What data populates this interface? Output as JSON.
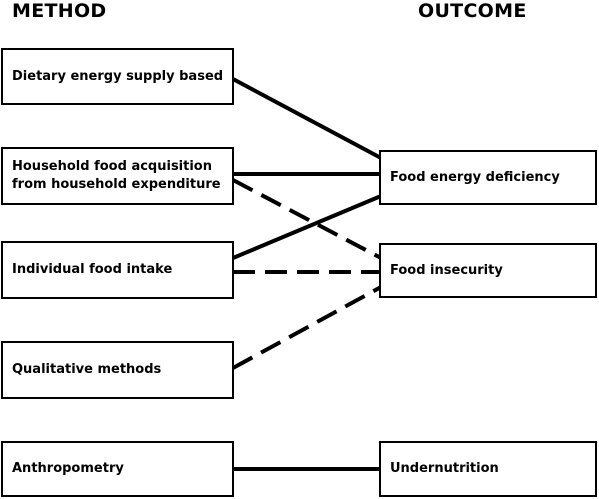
{
  "headers": {
    "method": "METHOD",
    "outcome": "OUTCOME"
  },
  "methods": [
    {
      "line1": "Dietary energy supply based",
      "line2": ""
    },
    {
      "line1": "Household food acquisition",
      "line2": "from household expenditure"
    },
    {
      "line1": "Individual food intake",
      "line2": ""
    },
    {
      "line1": "Qualitative methods",
      "line2": ""
    },
    {
      "line1": "Anthropometry",
      "line2": ""
    }
  ],
  "outcomes": [
    {
      "label": "Food energy deficiency"
    },
    {
      "label": "Food insecurity"
    },
    {
      "label": "Undernutrition"
    }
  ],
  "links": [
    {
      "from": "Dietary energy supply based",
      "to": "Food energy deficiency",
      "style": "solid"
    },
    {
      "from": "Household food acquisition from household expenditure",
      "to": "Food energy deficiency",
      "style": "solid"
    },
    {
      "from": "Household food acquisition from household expenditure",
      "to": "Food insecurity",
      "style": "dashed"
    },
    {
      "from": "Individual food intake",
      "to": "Food energy deficiency",
      "style": "solid"
    },
    {
      "from": "Individual food intake",
      "to": "Food insecurity",
      "style": "dashed"
    },
    {
      "from": "Qualitative methods",
      "to": "Food insecurity",
      "style": "dashed"
    },
    {
      "from": "Anthropometry",
      "to": "Undernutrition",
      "style": "solid"
    }
  ]
}
